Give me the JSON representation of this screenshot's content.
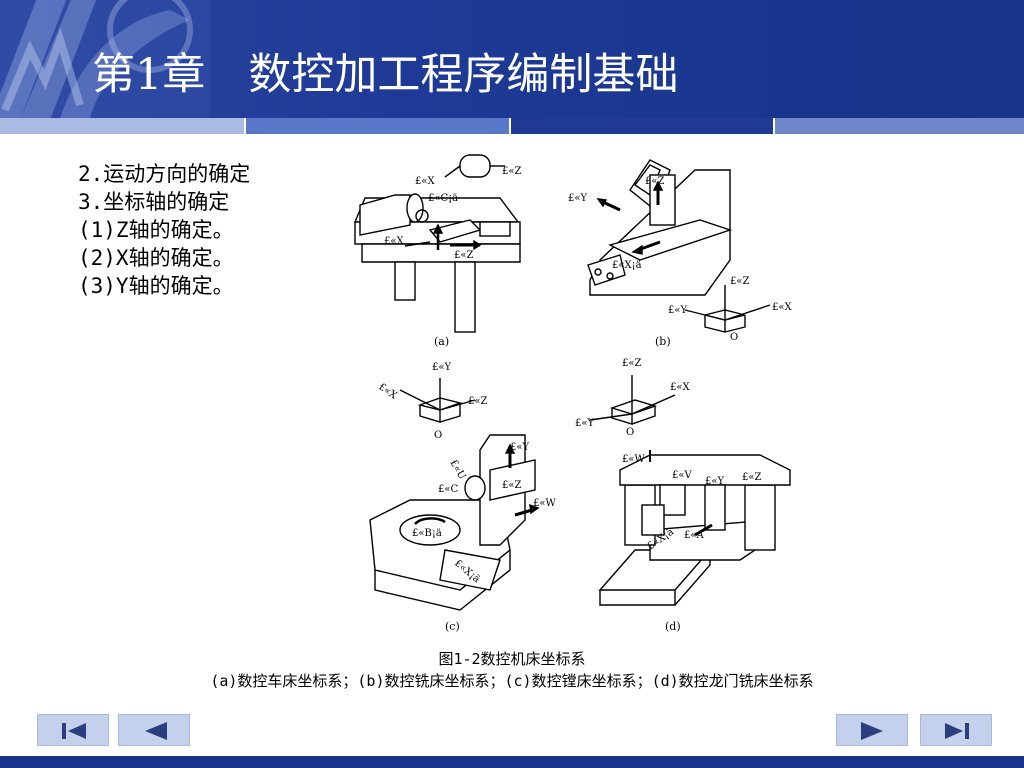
{
  "slide": {
    "title": "第1章　数控加工程序编制基础"
  },
  "content": {
    "lines": [
      "2.运动方向的确定",
      "3.坐标轴的确定",
      "(1)Z轴的确定。",
      "(2)X轴的确定。",
      "(3)Y轴的确定。"
    ]
  },
  "figure": {
    "panel_labels": [
      "(a)",
      "(b)",
      "(c)",
      "(d)"
    ],
    "axis_labels": {
      "a": [
        "£«X",
        "£«Z",
        "£«C¡ä",
        "£«X",
        "£«Z"
      ],
      "b": [
        "£«Y",
        "£«Z",
        "£«X¡ä",
        "£«Z",
        "£«Y",
        "£«X",
        "O"
      ],
      "c_axes": [
        "£«Y",
        "£«X",
        "£«Z",
        "O"
      ],
      "c": [
        "£«Y",
        "£«U",
        "£«C",
        "£«Z",
        "£«W",
        "£«B¡ä",
        "£«X¡ä"
      ],
      "d_axes": [
        "£«Z",
        "£«X",
        "£«Y",
        "O"
      ],
      "d": [
        "£«W",
        "£«V",
        "£«Y",
        "£«Z",
        "£«X¡ä",
        "£«A"
      ]
    },
    "caption_title": "图1-2数控机床坐标系",
    "caption_detail": "(a)数控车床坐标系；(b)数控铣床坐标系；(c)数控镗床坐标系；(d)数控龙门铣床坐标系"
  },
  "navigation": {
    "first_icon": "skip-first-icon",
    "prev_icon": "triangle-left-icon",
    "next_icon": "triangle-right-icon",
    "last_icon": "skip-last-icon"
  },
  "colors": {
    "header_blue": "#1e3a96",
    "nav_button": "#c4d1ec",
    "nav_icon": "#2b3f7f"
  }
}
